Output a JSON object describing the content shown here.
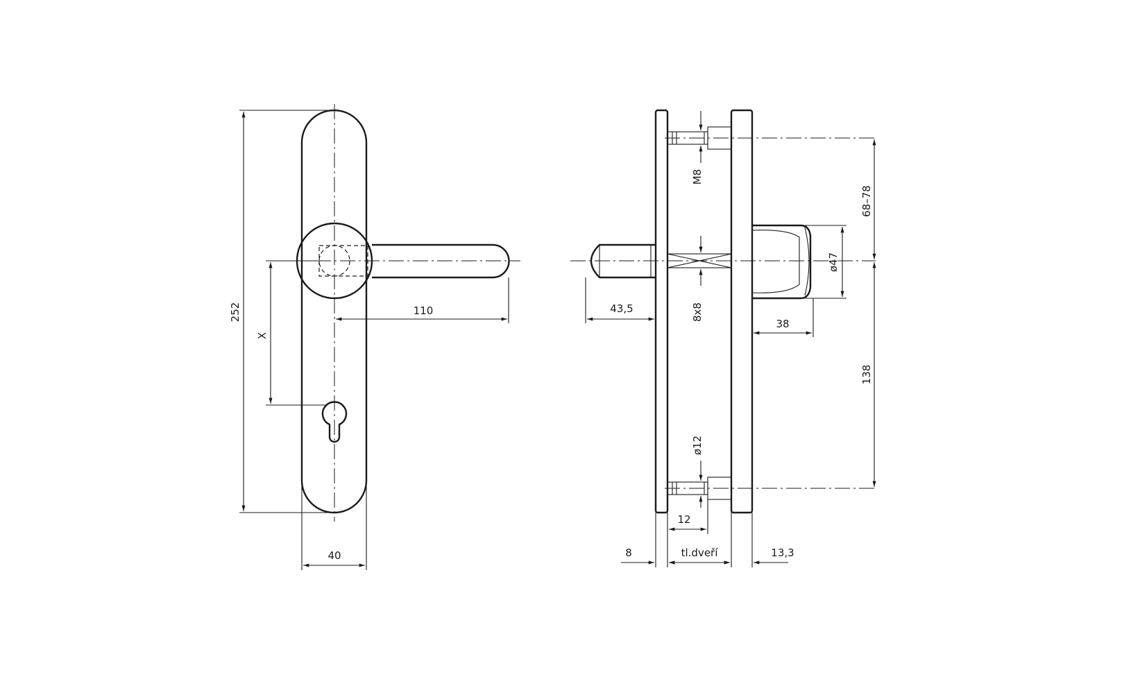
{
  "front_view": {
    "dimensions": {
      "height": "252",
      "width": "40",
      "lever_length": "110",
      "lever_to_cylinder": "X"
    }
  },
  "side_view": {
    "dimensions": {
      "spindle_projection": "43,5",
      "spindle_size": "8x8",
      "screw_thread": "M8",
      "bolt_diameter": "ø12",
      "knob_diameter": "ø47",
      "knob_projection": "38",
      "screw_spacing_upper": "68–78",
      "screw_spacing_lower": "138",
      "screw_inset": "12",
      "plate_thickness": "8",
      "door_thickness": "tl.dveří",
      "outer_plate_thickness": "13,3"
    }
  }
}
